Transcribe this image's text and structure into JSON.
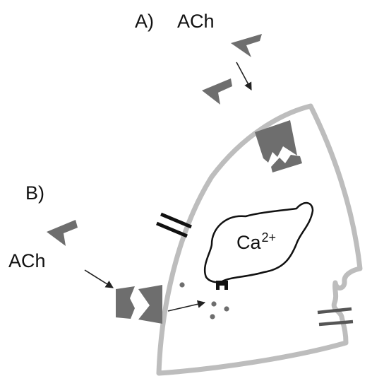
{
  "labels": {
    "panel_a": "A)",
    "ach_a": "ACh",
    "panel_b": "B)",
    "ach_b": "ACh",
    "calcium_base": "Ca",
    "calcium_sup": "2+"
  },
  "colors": {
    "membrane": "#bdbdbd",
    "molecule": "#6e6e6e",
    "channel": "#111111",
    "channel_closed": "#555555",
    "store_outline": "#111111",
    "arrow": "#222222"
  }
}
